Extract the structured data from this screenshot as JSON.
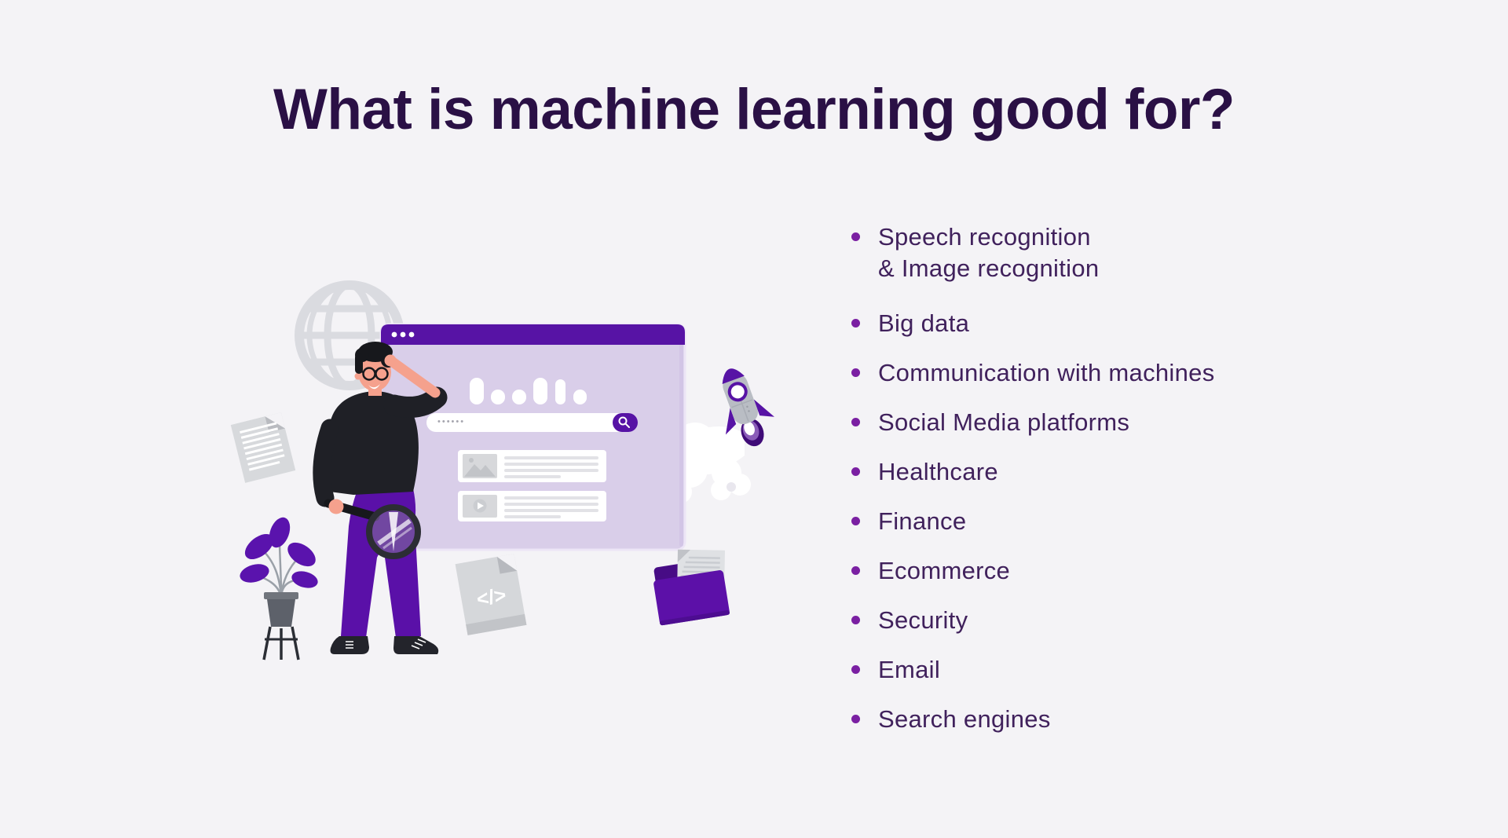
{
  "page": {
    "background": "#f4f3f6"
  },
  "title": {
    "text": "What is machine learning good for?",
    "color": "#2a1045"
  },
  "use_cases": {
    "bullet_color": "#7a1fa2",
    "text_color": "#40215c",
    "items": [
      {
        "label": "Speech recognition\n& Image recognition"
      },
      {
        "label": "Big data"
      },
      {
        "label": "Communication with machines"
      },
      {
        "label": "Social Media platforms"
      },
      {
        "label": "Healthcare"
      },
      {
        "label": "Finance"
      },
      {
        "label": "Ecommerce"
      },
      {
        "label": "Security"
      },
      {
        "label": "Email"
      },
      {
        "label": "Search engines"
      }
    ]
  },
  "illustration": {
    "description": "Man with glasses holding a magnifying glass in front of a web browser window, surrounded by globe, rocket, potted plant, document, folder and code-file icons",
    "browser_search_text": "••••••",
    "code_glyph": "</>",
    "colors": {
      "primary_purple": "#5713a5",
      "window_lavender": "#d9cee9",
      "pants_purple": "#5a10a8",
      "folder_purple": "#5c10a8",
      "icon_gray": "#d5d7da",
      "skin": "#f5a18d",
      "sweater_black": "#1f2026",
      "smoke_white": "#ffffff"
    }
  }
}
